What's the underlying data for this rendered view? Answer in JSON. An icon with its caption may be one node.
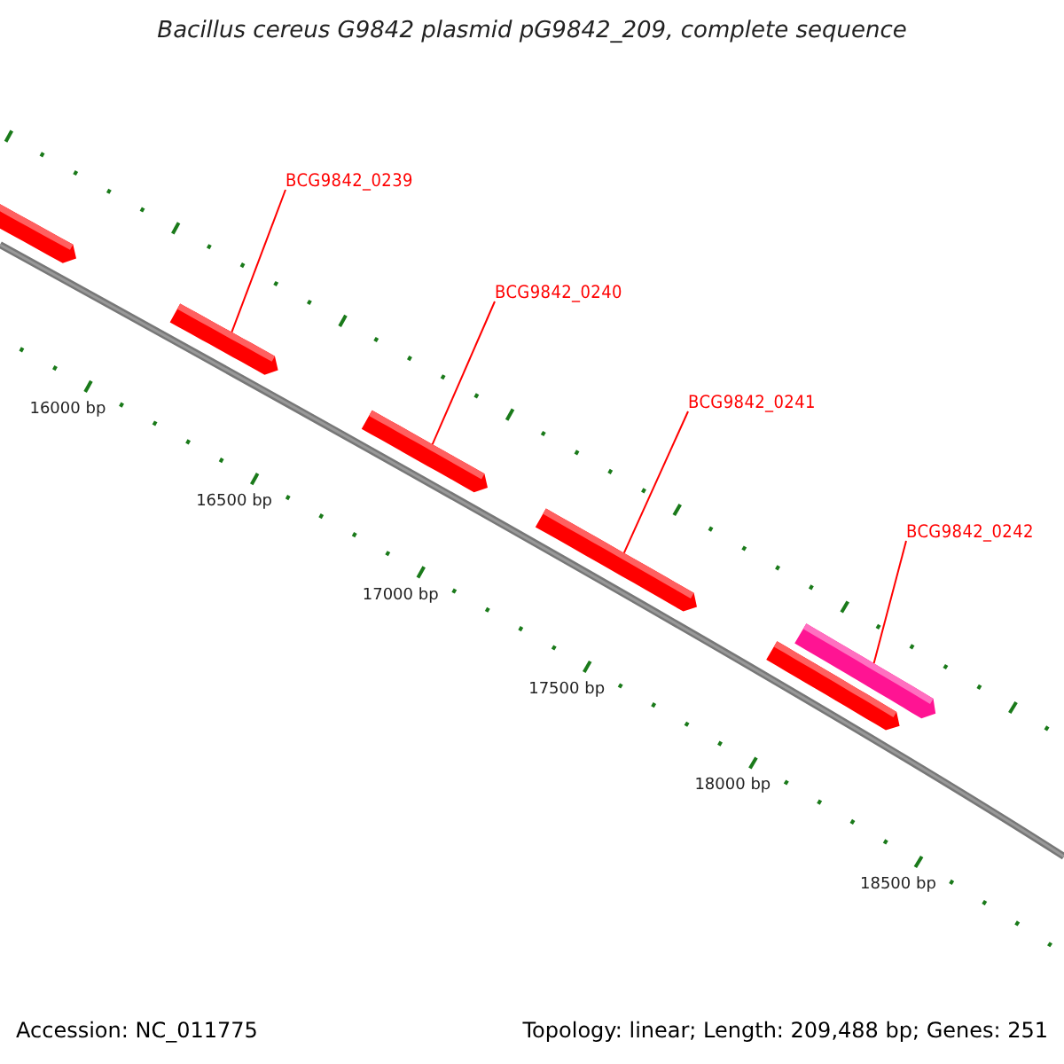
{
  "diagram": {
    "title": "Bacillus cereus G9842 plasmid pG9842_209, complete sequence",
    "nodes": [
      {
        "text": [
          "BCG9842_0239"
        ]
      },
      {
        "text": [
          "BCG9842_0240"
        ]
      },
      {
        "text": [
          "BCG9842_0241"
        ]
      },
      {
        "text": [
          "BCG9842_0242"
        ]
      },
      {
        "text": [],
        "shape": "bar"
      },
      {
        "text": [],
        "shape": "bar"
      },
      {
        "text": [],
        "shape": "bar"
      },
      {
        "text": [],
        "shape": "bar"
      },
      {
        "text": [],
        "shape": "bar"
      },
      {
        "text": [],
        "shape": "bar"
      }
    ],
    "edges": [
      {
        "from": 0,
        "to": 5,
        "arrow": "none"
      },
      {
        "from": 1,
        "to": 6,
        "arrow": "none"
      },
      {
        "from": 2,
        "to": 7,
        "arrow": "none"
      },
      {
        "from": 3,
        "to": 8,
        "arrow": "none"
      }
    ],
    "labels": [
      "16000 bp",
      "16500 bp",
      "17000 bp",
      "17500 bp",
      "18000 bp",
      "18500 bp",
      "Accession: NC_011775",
      "Topology: linear; Length: 209,488 bp; Genes: 251"
    ]
  }
}
